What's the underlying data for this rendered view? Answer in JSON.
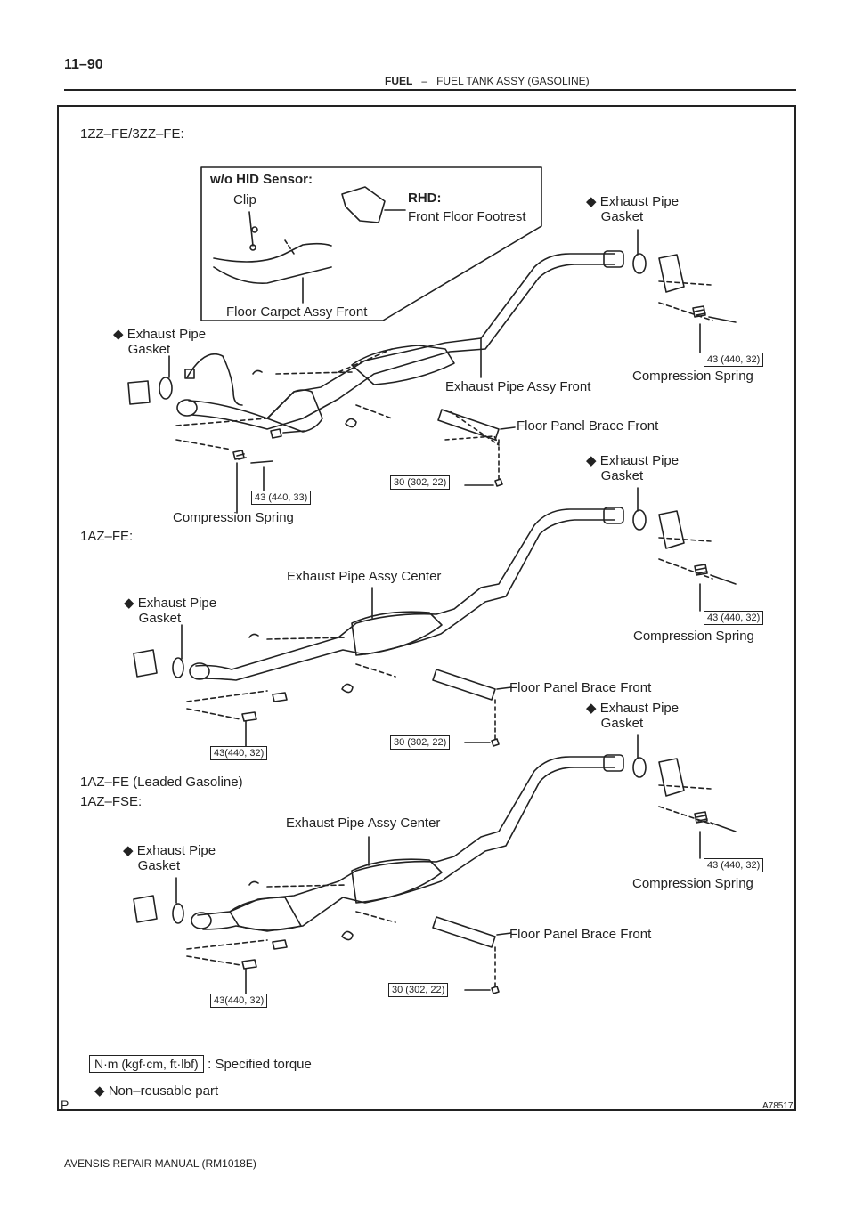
{
  "header": {
    "page": "11–90",
    "section": "FUEL",
    "dash": "–",
    "subsection": "FUEL TANK ASSY (GASOLINE)"
  },
  "sections": {
    "s1": "1ZZ–FE/3ZZ–FE:",
    "s2": "1AZ–FE:",
    "s3a": "1AZ–FE (Leaded Gasoline)",
    "s3b": "1AZ–FSE:"
  },
  "inset": {
    "title": "w/o HID Sensor:",
    "clip": "Clip",
    "rhd": "RHD:",
    "footrest": "Front Floor Footrest",
    "carpet": "Floor Carpet Assy Front"
  },
  "labels": {
    "gasket_a": "Exhaust Pipe",
    "gasket_b": "Gasket",
    "spring": "Compression Spring",
    "pipe_front": "Exhaust Pipe Assy Front",
    "pipe_center": "Exhaust Pipe Assy Center",
    "brace": "Floor Panel Brace Front",
    "marker": "◆"
  },
  "torques": {
    "t_44032": "43 (440, 32)",
    "t_44033": "43 (440, 33)",
    "t_30222": "30 (302, 22)",
    "t_44032b": "43(440, 32)"
  },
  "legend": {
    "unit": "N·m (kgf·cm, ft·lbf)",
    "specified": ": Specified torque",
    "nonreusable": "Non–reusable part"
  },
  "figure_code": "A78517",
  "corner_mark": "P",
  "footer": "AVENSIS REPAIR MANUAL   (RM1018E)",
  "colors": {
    "ink": "#222222",
    "paper": "#ffffff"
  }
}
